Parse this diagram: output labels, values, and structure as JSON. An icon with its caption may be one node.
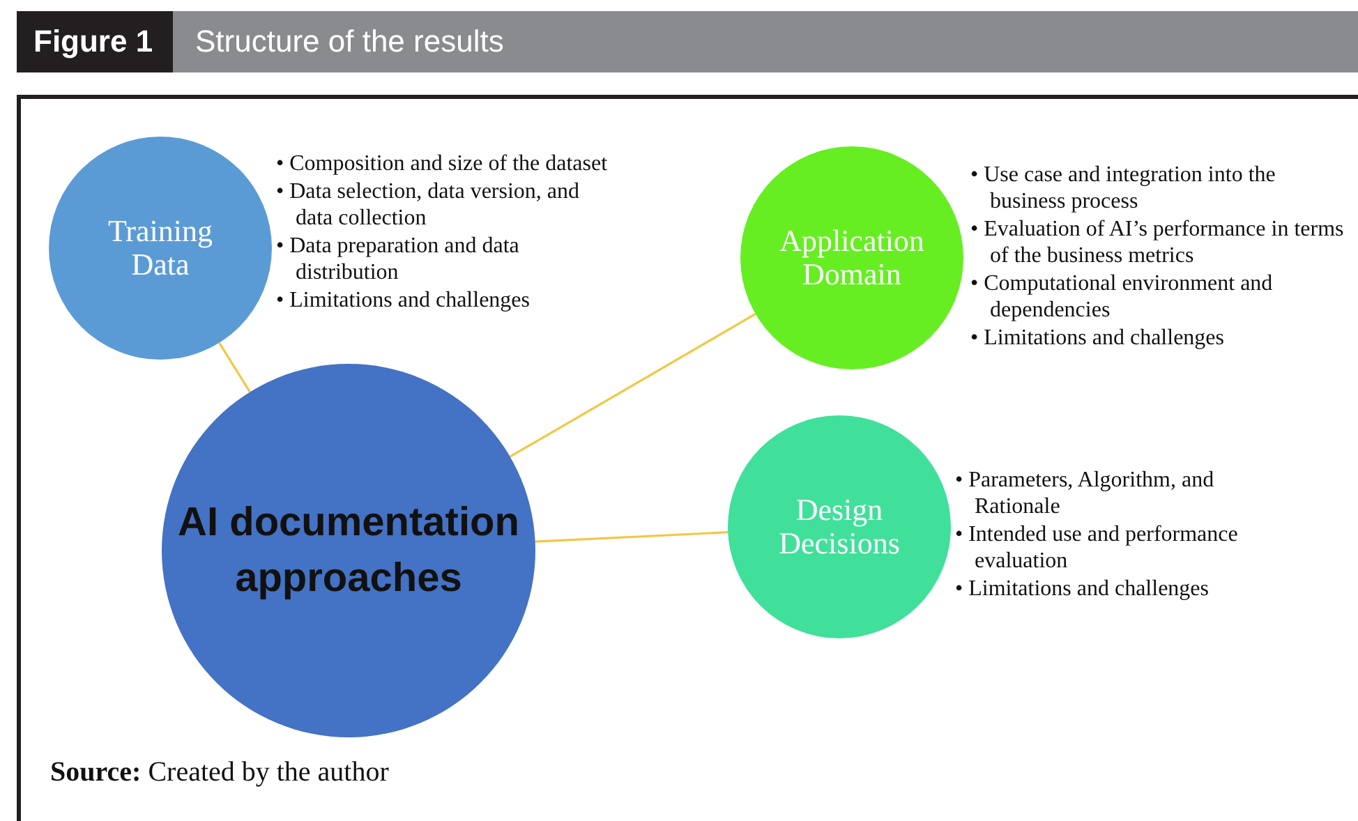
{
  "diagram": {
    "title": "Structure of the results",
    "nodes": [
      {
        "text": [
          "Training Data"
        ],
        "beside": [
          "• Composition and size of the dataset",
          "• Data selection, data version, and data collection",
          "• Data preparation and data distribution",
          "• Limitations and challenges"
        ]
      },
      {
        "text": [
          "Application Domain"
        ],
        "beside": [
          "• Use case and integration into the business process",
          "• Evaluation of AI’s performance in terms of the business metrics",
          "• Computational environment and dependencies",
          "• Limitations and challenges"
        ]
      },
      {
        "text": [
          "AI documentation approaches"
        ]
      },
      {
        "text": [
          "Design Decisions"
        ],
        "beside": [
          "• Parameters, Algorithm, and Rationale",
          "• Intended use and performance evaluation",
          "• Limitations and challenges"
        ]
      }
    ],
    "edges": [
      {
        "from": 2,
        "to": 0,
        "arrow": "none"
      },
      {
        "from": 2,
        "to": 1,
        "arrow": "none"
      },
      {
        "from": 2,
        "to": 3,
        "arrow": "none"
      }
    ],
    "labels": [
      "Figure 1"
    ],
    "caption": "**Source:** Created by the author"
  }
}
